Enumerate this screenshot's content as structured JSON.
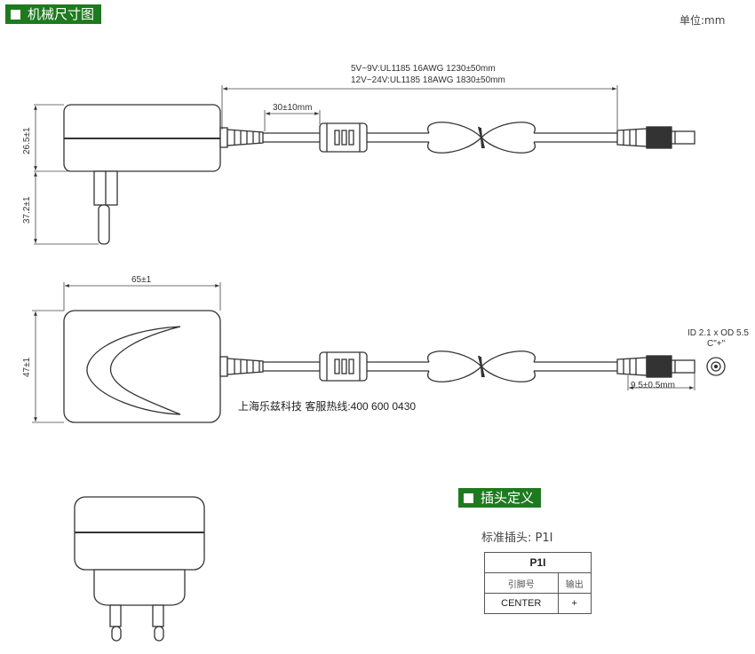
{
  "section_mech": {
    "title": "机械尺寸图"
  },
  "unit_label": "单位:mm",
  "cable_spec": {
    "line1": "5V~9V:UL1185 16AWG 1230±50mm",
    "line2": "12V~24V:UL1185 18AWG 1830±50mm"
  },
  "dims": {
    "ferrite_offset": "30±10mm",
    "height_body": "26.5±1",
    "height_plug": "37.2±1",
    "width_body": "65±1",
    "depth_body": "47±1",
    "plug_length": "9.5±0.5mm"
  },
  "dc_plug": {
    "size": "ID 2.1 x OD 5.5",
    "polarity": "C\"+\""
  },
  "company_line": "上海乐兹科技 客服热线:400 600 0430",
  "section_plug": {
    "title": "插头定义"
  },
  "standard_plug": "标准插头: P1I",
  "pin_table": {
    "title": "P1I",
    "headers": [
      "引脚号",
      "输出"
    ],
    "rows": [
      [
        "CENTER",
        "+"
      ]
    ]
  },
  "colors": {
    "banner": "#1e7a1e",
    "line": "#333333"
  }
}
